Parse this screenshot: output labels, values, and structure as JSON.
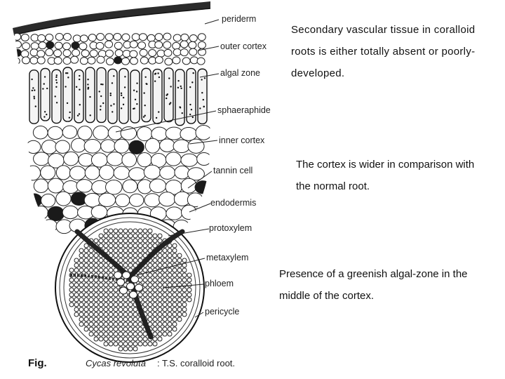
{
  "diagram": {
    "labels": {
      "periderm": "periderm",
      "outer_cortex": "outer cortex",
      "algal_zone": "algal zone",
      "sphaeraphide": "sphaeraphide",
      "inner_cortex": "inner cortex",
      "tannin_cell": "tannin cell",
      "endodermis": "endodermis",
      "protoxylem": "protoxylem",
      "metaxylem": "metaxylem",
      "phloem": "phloem",
      "pericycle": "pericycle"
    },
    "caption": {
      "fig": "Fig.",
      "species": "Cycas revoluta",
      "text": ": T.S. coralloid root."
    }
  },
  "notes": {
    "note1_line1": "Secondary vascular tissue in coralloid",
    "note1_line2": "roots is either totally absent or poorly-",
    "note1_line3": "developed.",
    "note2_line1": "The cortex is wider in comparison with",
    "note2_line2": "the normal root.",
    "note3_line1": "Presence of a greenish algal-zone in the",
    "note3_line2": "middle of the cortex."
  }
}
